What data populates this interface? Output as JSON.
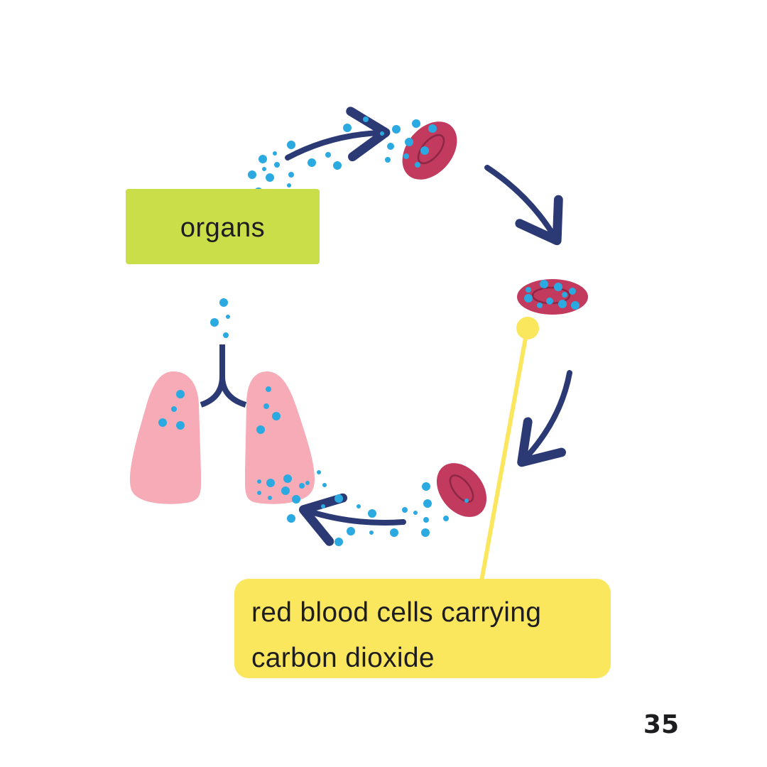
{
  "labels": {
    "organs": "organs",
    "carbon_cells_line1": "red blood cells carrying",
    "carbon_cells_line2": "carbon dioxide"
  },
  "page_number": "35",
  "colors": {
    "organs_label_bg": "#c9de49",
    "carbon_label_bg": "#fbe75e",
    "arrow": "#2b3a74",
    "red_blood_cell": "#c23a5e",
    "lung": "#f6abb6",
    "carbon_dioxide_dot": "#2ba9e1",
    "pointer_line": "#fbe75e"
  }
}
